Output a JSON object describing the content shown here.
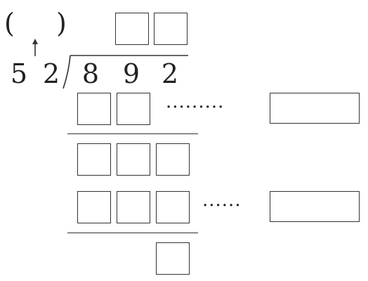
{
  "header": {
    "open_paren": "(",
    "close_paren": ")",
    "arrow_icon": "up-arrow-icon"
  },
  "division": {
    "divisor_digits": [
      "5",
      "2"
    ],
    "dividend_digits": [
      "8",
      "9",
      "2"
    ],
    "bracket_icon": "long-division-bracket-icon"
  },
  "dotted_leaders": {
    "row1": "·········",
    "row2": "······"
  }
}
